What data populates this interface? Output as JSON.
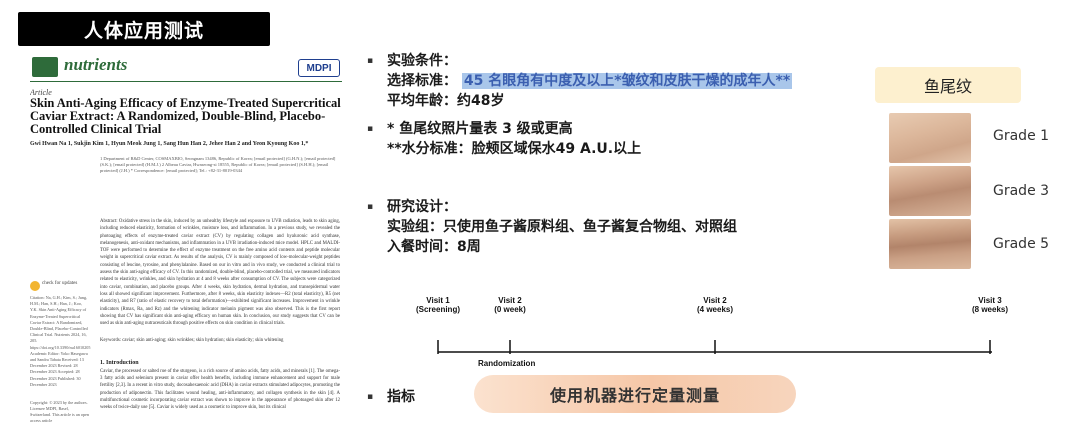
{
  "header": {
    "title": "人体应用测试"
  },
  "paper": {
    "journal": "nutrients",
    "publisher": "MDPI",
    "article_type": "Article",
    "title": "Skin Anti-Aging Efficacy of Enzyme-Treated Supercritical Caviar Extract: A Randomized, Double-Blind, Placebo-Controlled Clinical Trial",
    "authors": "Gwi Hwan Na 1, Sukjin Kim 1, Hyun Meok Jung 1, Sang Hun Han 2, Jehee Han 2 and Yeon Kyoung Koo 1,*",
    "affiliations": "1 Department of R&D Center, COSMAXBIO, Seongnam 13486, Republic of Korea; [email protected] (G.H.N.); [email protected] (S.K.); [email protected] (H.M.J.) 2 Albeau Caviar, Hwaseong-si 18555, Republic of Korea; [email protected] (S.H.H.); [email protected] (J.H.) * Correspondence: [email protected]; Tel.: +82-31-8019-0344",
    "abstract": "Abstract: Oxidative stress in the skin, induced by an unhealthy lifestyle and exposure to UVB radiation, leads to skin aging, including reduced elasticity, formation of wrinkles, moisture loss, and inflammation. In a previous study, we revealed the photoaging effects of enzyme-treated caviar extract (CV) by regulating collagen and hyaluronic acid synthase, melanogenesis, anti-oxidant mechanisms, and inflammation in a UVB irradiation-induced mice model. HPLC and MALDI-TOF were performed to determine the effect of enzyme treatment on the free amino acid contents and peptide molecular weight in supercritical caviar extract. As results of the analysis, CV is mainly composed of low-molecular-weight peptides consisting of leucine, tyrosine, and phenylalanine. Based on our in vitro and in vivo study, we conducted a clinical trial to assess the skin anti-aging efficacy of CV. In this randomized, double-blind, placebo-controlled trial, we measured indicators related to elasticity, wrinkles, and skin hydration at 4 and 8 weeks after consumption of CV. The subjects were categorized into caviar, combination, and placebo groups. After 4 weeks, skin hydration, dermal hydration, and transepidermal water loss all showed significant improvement. Furthermore, after 8 weeks, skin elasticity indexes—R2 (total elasticity), R5 (net elasticity), and R7 (ratio of elastic recovery to total deformation)—exhibited significant increases. Improvement in wrinkle indicators (Rmax, Ra, and Rz) and the whitening indicator melanin pigment was also observed. This is the first report showing that CV has significant skin anti-aging efficacy on human skin. In conclusion, our study suggests that CV can be used as skin anti-aging nutraceuticals through positive effects on skin condition in clinical trials.",
    "keywords": "Keywords: caviar; skin anti-aging; skin wrinkles; skin hydration; skin elasticity; skin whitening",
    "check_updates": "check for updates",
    "citation": "Citation: Na, G.H.; Kim, S.; Jung, H.M.; Han, S.H.; Han, J.; Koo, Y.K. Skin Anti-Aging Efficacy of Enzyme-Treated Supercritical Caviar Extract: A Randomized, Double-Blind, Placebo-Controlled Clinical Trial. Nutrients 2024, 16, 205. https://doi.org/10.3390/nu16010205 Academic Editor: Yoko Hasegawa and Sandra Tabata Received: 13 December 2023 Revised: 28 December 2023 Accepted: 28 December 2023 Published: 30 December 2023",
    "intro_heading": "1. Introduction",
    "intro": "Caviar, the processed or salted roe of the sturgeon, is a rich source of amino acids, fatty acids, and minerals [1]. The omega-3 fatty acids and selenium present in caviar offer health benefits, including immune enhancement and support for male fertility [2,3]. In a recent in vitro study, docosahexaenoic acid (DHA) in caviar extracts stimulated adipocytes, promoting the production of adiponectin. This facilitates wound healing, anti-inflammatory, and collagen synthesis in the skin [4]. A multifunctional cosmetic incorporating caviar extract was shown to improve in the appearance of photoaged skin after 12 weeks of twice-daily use [5]. Caviar is widely used as a cosmetic to improve skin, but its clinical",
    "copyright": "Copyright: © 2023 by the authors. Licensee MDPI, Basel, Switzerland. This article is an open access article"
  },
  "bullets": {
    "b1_title": "实验条件：",
    "b1_prefix": "选择标准：",
    "b1_highlight": "45 名眼角有中度及以上*皱纹和皮肤干燥的成年人**",
    "b1_line3": "平均年龄：约48岁",
    "b2_line1": "* 鱼尾纹照片量表 3 级或更高",
    "b2_line2": "**水分标准：脸颊区域保水49 A.U.以上",
    "b3_title": "研究设计：",
    "b3_line2": "实验组：只使用鱼子酱原料组、鱼子酱复合物组、对照组",
    "b3_line3": "入餐时间：8周",
    "b4_label": "指标",
    "bullet_char": "▪"
  },
  "timeline": {
    "visits": [
      {
        "line1": "Visit 1",
        "line2": "(Screening)"
      },
      {
        "line1": "Visit 2",
        "line2": "(0 week)"
      },
      {
        "line1": "Visit 2",
        "line2": "(4 weeks)"
      },
      {
        "line1": "Visit 3",
        "line2": "(8 weeks)"
      }
    ],
    "randomization": "Randomization"
  },
  "measurement": {
    "label": "使用机器进行定量测量"
  },
  "right_panel": {
    "title": "鱼尾纹",
    "grades": [
      "Grade 1",
      "Grade 3",
      "Grade 5"
    ]
  },
  "colors": {
    "highlight_bg": "#a9c6ea",
    "highlight_text": "#3b5fb0",
    "banner": "#000000",
    "label_bg": "#fdf0cf"
  }
}
